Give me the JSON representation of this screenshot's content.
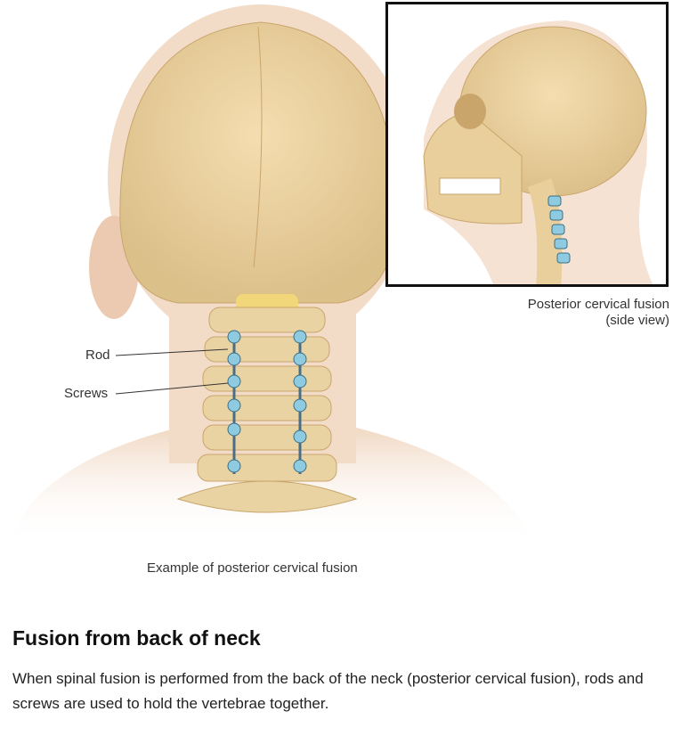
{
  "figure": {
    "labels": {
      "rod": "Rod",
      "screws": "Screws"
    },
    "main_caption": "Example of posterior cervical fusion",
    "inset_caption_line1": "Posterior cervical fusion",
    "inset_caption_line2": "(side view)"
  },
  "article": {
    "heading": "Fusion from back of neck",
    "body": "When spinal fusion is performed from the back of the neck (posterior cervical fusion), rods and screws are used to hold the vertebrae together."
  },
  "colors": {
    "skin": "#f2dcc8",
    "bone": "#e8cf9c",
    "hardware": "#7fc3d6",
    "text": "#222222"
  }
}
